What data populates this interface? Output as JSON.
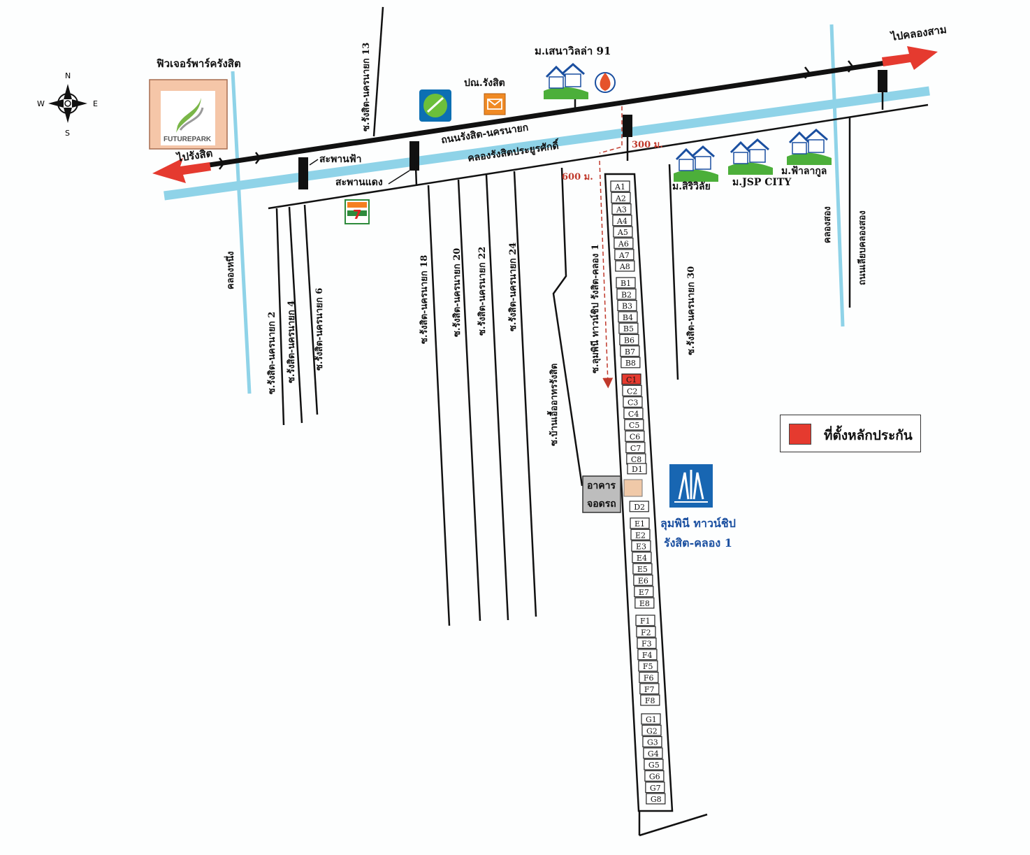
{
  "compass": {
    "n": "N",
    "s": "S",
    "e": "E",
    "w": "W"
  },
  "landmarks": {
    "future_park_title": "ฟิวเจอร์พาร์ครังสิต",
    "future_park_logo": "FUTUREPARK",
    "post_office": "ปณ.รังสิต",
    "village_senavilla": "ม.เสนาวิลล่า 91",
    "village_siriwilai": "ม.สิริวิลัย",
    "village_jsp": "ม.JSP CITY",
    "village_fahlakul": "ม.ฟ้าลากูล",
    "parking_line1": "อาคาร",
    "parking_line2": "จอดรถ",
    "project_name_line1": "ลุมพินี ทาวน์ชิป",
    "project_name_line2": "รังสิต-คลอง 1"
  },
  "roads": {
    "main_road": "ถนนรังสิต-นครนายก",
    "canal_main": "คลองรังสิตประยูรศักดิ์",
    "to_rangsit": "ไปรังสิต",
    "to_klong3": "ไปคลองสาม",
    "skybridge": "สะพานฟ้า",
    "red_bridge": "สะพานแดง",
    "soi13": "ซ.รังสิต-นครนายก 13",
    "klong1": "คลองหนึ่ง",
    "soi2": "ซ.รังสิต-นครนายก 2",
    "soi4": "ซ.รังสิต-นครนายก 4",
    "soi6": "ซ.รังสิต-นครนายก 6",
    "soi18": "ซ.รังสิต-นครนายก 18",
    "soi20": "ซ.รังสิต-นครนายก 20",
    "soi22": "ซ.รังสิต-นครนายก 22",
    "soi24": "ซ.รังสิต-นครนายก 24",
    "soi_ban_uea": "ซ.บ้านเอื้ออาทรรังสิต",
    "soi_project": "ซ.ลุมพินี ทาวน์ชิป รังสิต-คลอง 1",
    "soi30": "ซ.รังสิต-นครนายก 30",
    "klong2": "คลองสอง",
    "canal_side_road": "ถนนเลียบคลองสอง",
    "dist_300": "300 ม.",
    "dist_600": "600 ม."
  },
  "units": {
    "A": [
      "A1",
      "A2",
      "A3",
      "A4",
      "A5",
      "A6",
      "A7",
      "A8"
    ],
    "B": [
      "B1",
      "B2",
      "B3",
      "B4",
      "B5",
      "B6",
      "B7",
      "B8"
    ],
    "C": [
      "C1",
      "C2",
      "C3",
      "C4",
      "C5",
      "C6",
      "C7",
      "C8"
    ],
    "D": [
      "D1",
      "D2"
    ],
    "E": [
      "E1",
      "E2",
      "E3",
      "E4",
      "E5",
      "E6",
      "E7",
      "E8"
    ],
    "F": [
      "F1",
      "F2",
      "F3",
      "F4",
      "F5",
      "F6",
      "F7",
      "F8"
    ],
    "G": [
      "G1",
      "G2",
      "G3",
      "G4",
      "G5",
      "G6",
      "G7",
      "G8"
    ],
    "highlighted": "C1"
  },
  "legend": {
    "label": "ที่ตั้งหลักประกัน",
    "color": "#e53a2f"
  },
  "colors": {
    "canal": "#8fd3e8",
    "road": "#111111",
    "arrow": "#e53a2f",
    "highlight": "#e53a2f"
  }
}
